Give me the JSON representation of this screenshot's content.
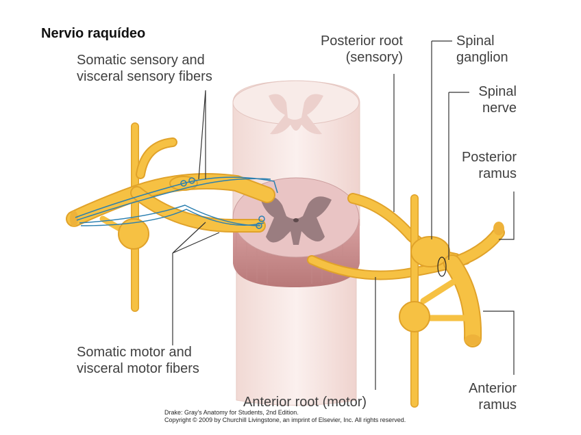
{
  "title": "Nervio raquídeo",
  "labels": {
    "somatic_sensory": [
      "Somatic sensory and",
      "visceral sensory fibers"
    ],
    "posterior_root": [
      "Posterior root",
      "(sensory)"
    ],
    "spinal_ganglion": [
      "Spinal",
      "ganglion"
    ],
    "spinal_nerve": [
      "Spinal",
      "nerve"
    ],
    "posterior_ramus": [
      "Posterior",
      "ramus"
    ],
    "somatic_motor": [
      "Somatic motor and",
      "visceral motor fibers"
    ],
    "anterior_root": "Anterior root (motor)",
    "anterior_ramus": [
      "Anterior",
      "ramus"
    ]
  },
  "credit": [
    "Drake: Gray's Anatomy for Students, 2nd Edition.",
    "Copyright © 2009 by Churchill Livingstone, an imprint of Elsevier, Inc. All rights reserved."
  ],
  "colors": {
    "nerve": "#f6c143",
    "nerve_shade": "#e0a22a",
    "cord_pale": "#f7e6e2",
    "cord_section": "#e8bfbf",
    "gray_matter": "#9a7d80",
    "fiber": "#2a7fb0",
    "leader": "#333333"
  }
}
